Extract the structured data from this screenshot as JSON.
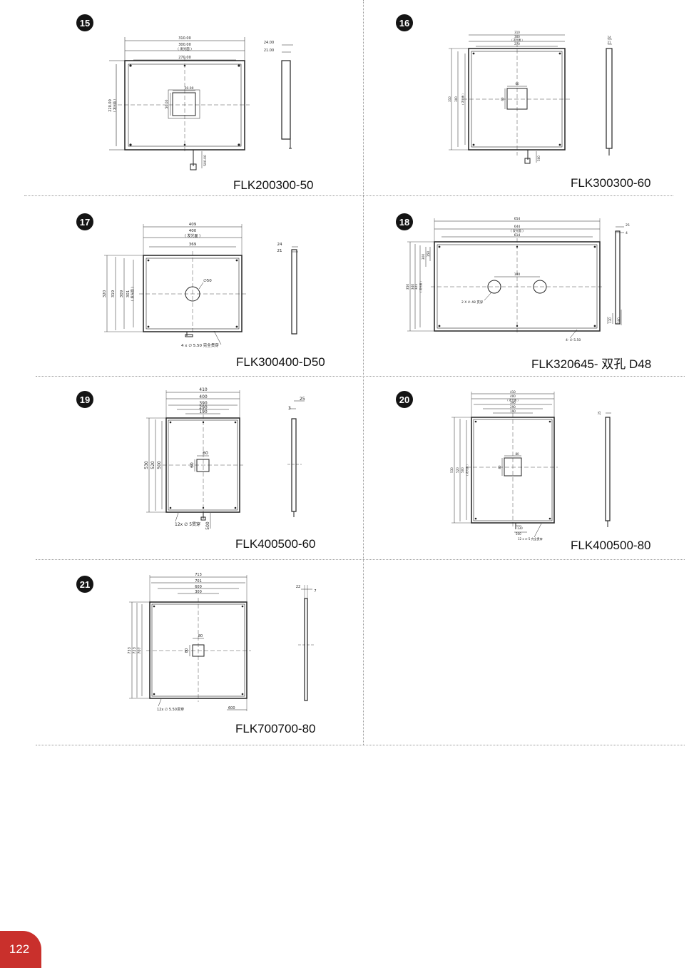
{
  "products": [
    {
      "number": "15",
      "model": "FLK200300-50",
      "dims": {
        "w1": "310.00",
        "w2": "300.00",
        "w2_note": "( 发光面 )",
        "w3": "270.00",
        "side1": "24.00",
        "side2": "21.00",
        "hole_w": "50.00",
        "hole_h": "50.00",
        "height": "220.00",
        "height_note": "( 发光面 )",
        "cable": "500.00"
      }
    },
    {
      "number": "16",
      "model": "FLK300300-60",
      "dims": {
        "w1": "310",
        "w2": "300",
        "w2_note": "( 发光面 )",
        "w3": "270",
        "side1": "24",
        "side2": "21",
        "hole_w": "60",
        "hole_h": "60",
        "h1": "310",
        "h2": "300",
        "h2_note": "( 发光面 )",
        "cable": "500"
      }
    },
    {
      "number": "17",
      "model": "FLK300400-D50",
      "dims": {
        "w1": "409",
        "w2": "400",
        "w2_note": "( 发光面 )",
        "w3": "369",
        "side1": "24",
        "side2": "21",
        "hole_d": "∅50",
        "h1": "320",
        "h2": "319",
        "h3": "309",
        "h4": "301",
        "h4_note": "( 发光面 )",
        "holes": "4 x ∅ 5.50 完全贯穿"
      }
    },
    {
      "number": "18",
      "model": "FLK320645- 双孔 D48",
      "dims": {
        "w1": "654",
        "w2": "644",
        "w2_note": "( 发光面 )",
        "w3": "614",
        "side1": "25",
        "side2": "4",
        "spacing": "180",
        "h1": "350",
        "h2": "340",
        "h3": "321",
        "h3_note": "( 发光面 )",
        "h4": "300",
        "h5": "150",
        "holes": "2 X ∅ 48 贯穿",
        "mount": "4- ∅ 5.50",
        "cable1": "130",
        "cable2": "300"
      }
    },
    {
      "number": "19",
      "model": "FLK400500-60",
      "dims": {
        "w1": "410",
        "w2": "400",
        "w3": "390",
        "w4": "290",
        "w5": "190",
        "side1": "25",
        "side2": "3",
        "hole_w": "60",
        "hole_h": "60",
        "h1": "530",
        "h2": "520",
        "h3": "500",
        "holes": "12x ∅ 5贯穿",
        "cable": "500"
      }
    },
    {
      "number": "20",
      "model": "FLK400500-80",
      "dims": {
        "w1": "410",
        "w2": "400",
        "w2_note": "( 发光面 )",
        "w3": "390",
        "w4": "290",
        "w5": "190",
        "side1": "25",
        "hole_w": "80",
        "hole_h": "80",
        "h1": "530",
        "h2": "520",
        "h3": "500",
        "h3_note": "( 发光面 )",
        "holes": "12 x ∅ 5 完全贯穿",
        "cable1": "130",
        "cable2": "500"
      }
    },
    {
      "number": "21",
      "model": "FLK700700-80",
      "dims": {
        "w1": "713",
        "w2": "701",
        "w3": "600",
        "w4": "300",
        "side1": "22",
        "side2": "7",
        "hole_w": "80",
        "hole_h": "80",
        "h1": "733",
        "h2": "723",
        "h3": "707",
        "holes": "12x ∅ 5.50贯穿",
        "cable": "600"
      }
    }
  ],
  "page_number": "122",
  "colors": {
    "accent": "#c9302c",
    "badge": "#141414",
    "line": "#222222"
  }
}
